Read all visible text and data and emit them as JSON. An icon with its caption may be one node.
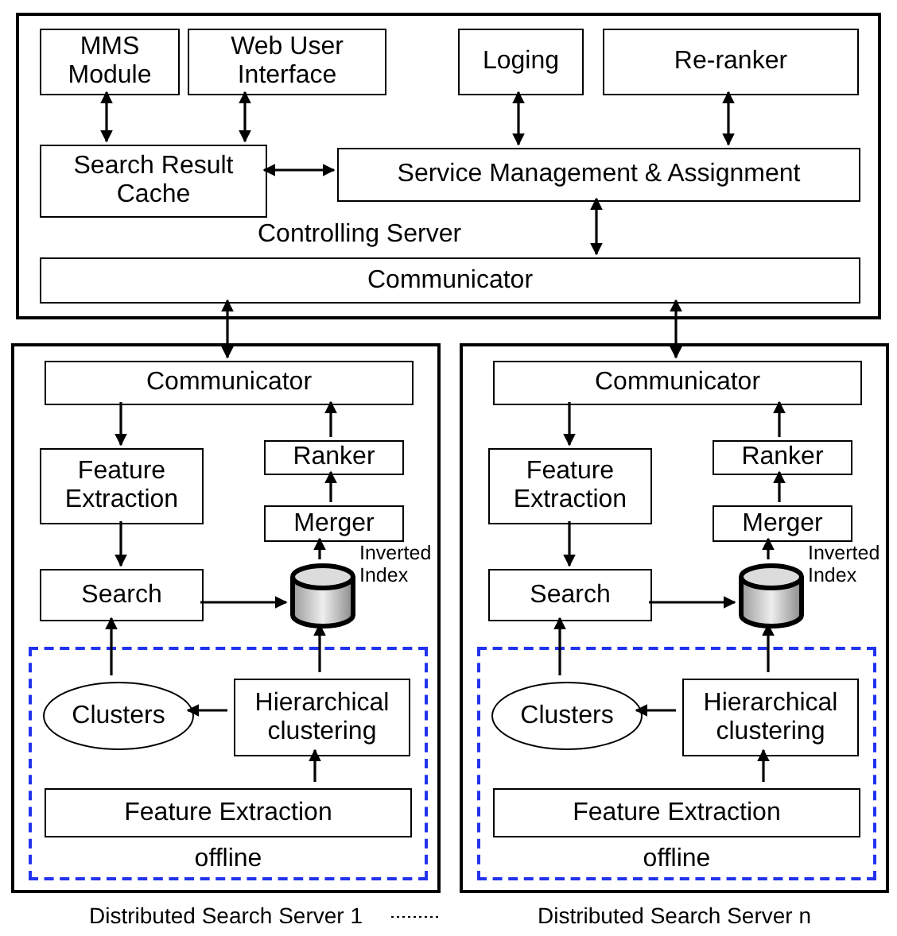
{
  "diagram": {
    "nodes": [
      {
        "text": [
          "Controlling Server"
        ]
      },
      {
        "text": [
          "MMS Module"
        ],
        "in": 0
      },
      {
        "text": [
          "Web User Interface"
        ],
        "in": 0
      },
      {
        "text": [
          "Loging"
        ],
        "in": 0
      },
      {
        "text": [
          "Re-ranker"
        ],
        "in": 0
      },
      {
        "text": [
          "Search Result Cache"
        ],
        "in": 0
      },
      {
        "text": [
          "Service Management & Assignment"
        ],
        "in": 0
      },
      {
        "text": [
          "Communicator"
        ],
        "in": 0
      },
      {
        "text": [],
        "shape": "box",
        "beside": [
          "Distributed Search Server 1"
        ]
      },
      {
        "text": [
          "Communicator"
        ],
        "in": 8
      },
      {
        "text": [
          "Feature Extraction"
        ],
        "in": 8
      },
      {
        "text": [
          "Ranker"
        ],
        "in": 8
      },
      {
        "text": [
          "Merger"
        ],
        "in": 8
      },
      {
        "text": [
          "Search"
        ],
        "in": 8
      },
      {
        "text": [
          "Inverted Index"
        ],
        "in": 8
      },
      {
        "text": [
          "offline"
        ],
        "in": 8
      },
      {
        "text": [
          "Clusters"
        ],
        "in": 15
      },
      {
        "text": [
          "Hierarchical clustering"
        ],
        "in": 15
      },
      {
        "text": [
          "Feature Extraction"
        ],
        "in": 15
      },
      {
        "text": [],
        "shape": "box",
        "beside": [
          "Distributed Search Server n"
        ]
      },
      {
        "text": [
          "Communicator"
        ],
        "in": 19
      },
      {
        "text": [
          "Feature Extraction"
        ],
        "in": 19
      },
      {
        "text": [
          "Ranker"
        ],
        "in": 19
      },
      {
        "text": [
          "Merger"
        ],
        "in": 19
      },
      {
        "text": [
          "Search"
        ],
        "in": 19
      },
      {
        "text": [
          "Inverted Index"
        ],
        "in": 19
      },
      {
        "text": [
          "offline"
        ],
        "in": 19
      },
      {
        "text": [
          "Clusters"
        ],
        "in": 26
      },
      {
        "text": [
          "Hierarchical clustering"
        ],
        "in": 26
      },
      {
        "text": [
          "Feature Extraction"
        ],
        "in": 26
      }
    ],
    "edges": [
      {
        "from": 1,
        "to": 5,
        "arrow": "both"
      },
      {
        "from": 2,
        "to": 5,
        "arrow": "both"
      },
      {
        "from": 3,
        "to": 6,
        "arrow": "both"
      },
      {
        "from": 4,
        "to": 6,
        "arrow": "both"
      },
      {
        "from": 5,
        "to": 6,
        "arrow": "both"
      },
      {
        "from": 6,
        "to": 7,
        "arrow": "both"
      },
      {
        "from": 7,
        "to": 9,
        "arrow": "both"
      },
      {
        "from": 7,
        "to": 20,
        "arrow": "both"
      },
      {
        "from": 9,
        "to": 10,
        "arrow": "to"
      },
      {
        "from": 10,
        "to": 13,
        "arrow": "to"
      },
      {
        "from": 13,
        "to": 14,
        "arrow": "to"
      },
      {
        "from": 14,
        "to": 12,
        "arrow": "to"
      },
      {
        "from": 12,
        "to": 11,
        "arrow": "to"
      },
      {
        "from": 11,
        "to": 9,
        "arrow": "to"
      },
      {
        "from": 16,
        "to": 13,
        "arrow": "to"
      },
      {
        "from": 17,
        "to": 16,
        "arrow": "to"
      },
      {
        "from": 17,
        "to": 14,
        "arrow": "to"
      },
      {
        "from": 18,
        "to": 17,
        "arrow": "to"
      },
      {
        "from": 20,
        "to": 21,
        "arrow": "to"
      },
      {
        "from": 21,
        "to": 24,
        "arrow": "to"
      },
      {
        "from": 24,
        "to": 25,
        "arrow": "to"
      },
      {
        "from": 25,
        "to": 23,
        "arrow": "to"
      },
      {
        "from": 23,
        "to": 22,
        "arrow": "to"
      },
      {
        "from": 22,
        "to": 20,
        "arrow": "to"
      },
      {
        "from": 27,
        "to": 24,
        "arrow": "to"
      },
      {
        "from": 28,
        "to": 27,
        "arrow": "to"
      },
      {
        "from": 28,
        "to": 25,
        "arrow": "to"
      },
      {
        "from": 29,
        "to": 28,
        "arrow": "to"
      }
    ]
  }
}
